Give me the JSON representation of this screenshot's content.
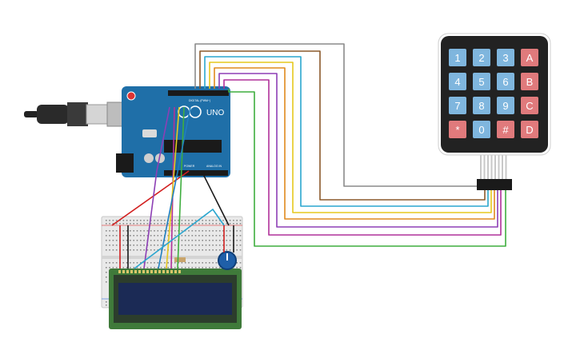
{
  "arduino": {
    "brand": "UNO",
    "digital_label": "DIGITAL (PWM~)",
    "power_label": "POWER",
    "analog_label": "ANALOG IN",
    "board_color": "#1f6fa8"
  },
  "keypad": {
    "keys": [
      "1",
      "2",
      "3",
      "A",
      "4",
      "5",
      "6",
      "B",
      "7",
      "8",
      "9",
      "C",
      "*",
      "0",
      "#",
      "D"
    ],
    "number_key_color": "#7fb6de",
    "letter_key_color": "#e07a7c",
    "body_color": "#222222"
  },
  "lcd": {
    "screen_color": "#1b2a55",
    "pcb_color": "#3f7a3a"
  },
  "breadboard": {
    "color": "#e9e9e9"
  },
  "wire_colors": {
    "gray": "#8a8a8a",
    "brown": "#8b5a2b",
    "cyan": "#2aa6cf",
    "yellow": "#e6c81e",
    "orange": "#e08a1e",
    "purple": "#8d3fb5",
    "magenta": "#b0319a",
    "green": "#3fae3f",
    "red": "#d21f1f",
    "black": "#1a1a1a",
    "blue": "#1f7fbf"
  }
}
